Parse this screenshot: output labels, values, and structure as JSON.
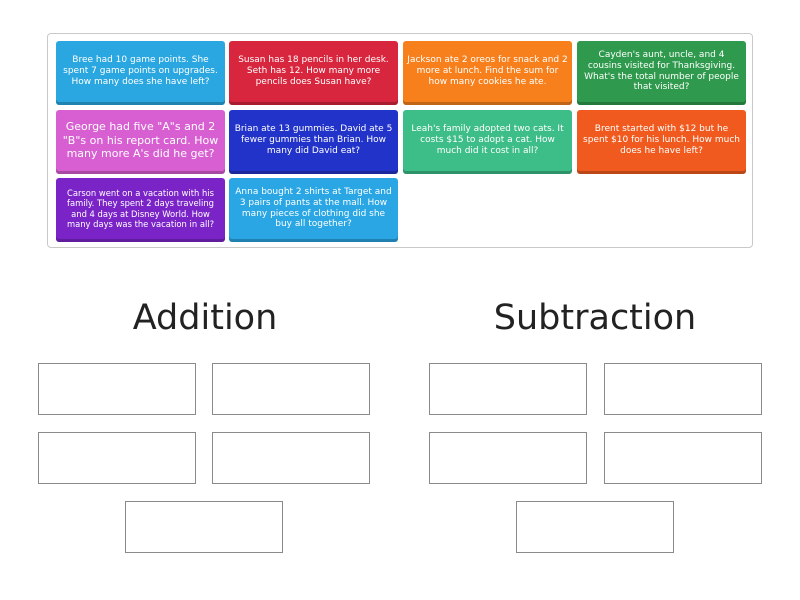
{
  "cards": [
    {
      "text": "Bree had 10 game points. She spent 7 game points on upgrades. How many does she have left?",
      "color": "#2aa7e0"
    },
    {
      "text": "Susan has 18 pencils in her desk. Seth has 12. How many more pencils does Susan have?",
      "color": "#d7263d"
    },
    {
      "text": "Jackson ate 2 oreos for snack and 2 more at lunch. Find the sum for how many cookies he ate.",
      "color": "#f7801c"
    },
    {
      "text": "Cayden's aunt, uncle, and 4 cousins visited for Thanksgiving. What's the total number of people that visited?",
      "color": "#2f9a4d"
    },
    {
      "text": "George had five \"A\"s and 2 \"B\"s on his report card. How many more A's did he get?",
      "color": "#d85fd2"
    },
    {
      "text": "Brian ate 13 gummies. David ate 5 fewer gummies than Brian. How many did David eat?",
      "color": "#2233c9"
    },
    {
      "text": "Leah's family adopted two cats. It costs $15 to adopt a cat. How much did it cost in all?",
      "color": "#3dbd87"
    },
    {
      "text": "Brent started with $12 but he spent $10 for his lunch. How much does he have left?",
      "color": "#f05a1e"
    },
    {
      "text": "Carson went on a vacation with his family. They spent 2 days traveling and 4 days at Disney World. How many days was the vacation in all?",
      "color": "#7a24c8"
    },
    {
      "text": "Anna bought 2 shirts at Target and 3 pairs of pants at the mall. How many pieces of clothing did she buy all together?",
      "color": "#29a6e3"
    }
  ],
  "groups": {
    "addition": {
      "title": "Addition"
    },
    "subtraction": {
      "title": "Subtraction"
    }
  }
}
